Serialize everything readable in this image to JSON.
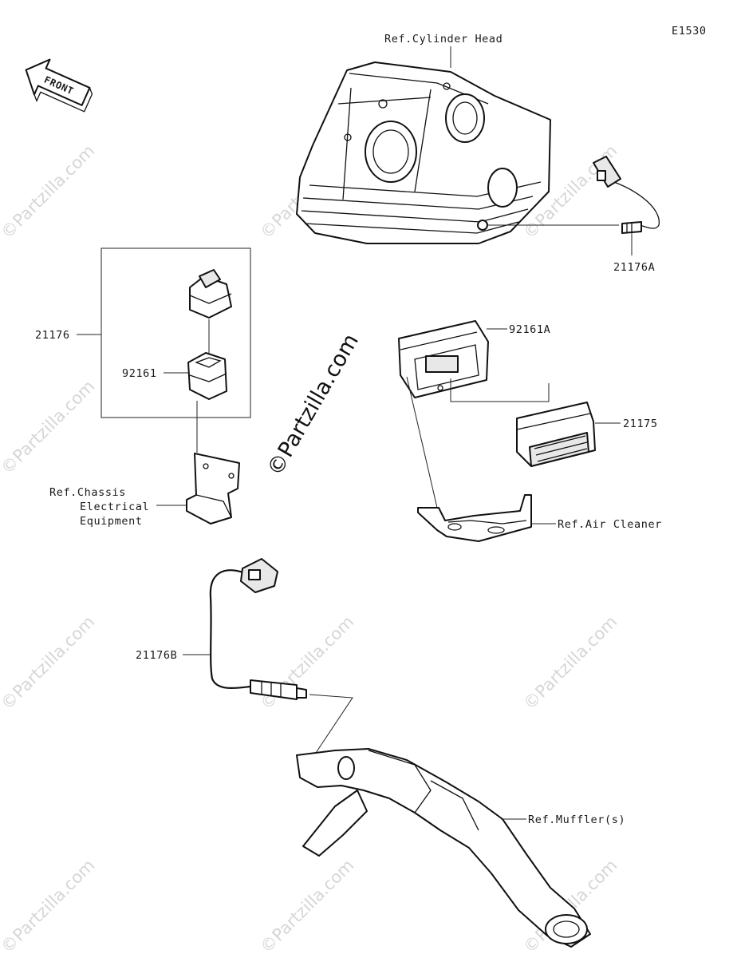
{
  "diagram": {
    "code": "E1530",
    "front_label": "FRONT",
    "watermark": "©Partzilla.com",
    "labels": {
      "ref_cylinder_head": "Ref.Cylinder Head",
      "part_21176A": "21176A",
      "part_21176": "21176",
      "part_92161": "92161",
      "part_92161A": "92161A",
      "part_21175": "21175",
      "ref_chassis_line1": "Ref.Chassis",
      "ref_chassis_line2": "Electrical",
      "ref_chassis_line3": "Equipment",
      "ref_air_cleaner": "Ref.Air Cleaner",
      "part_21176B": "21176B",
      "ref_muffler": "Ref.Muffler(s)"
    }
  }
}
